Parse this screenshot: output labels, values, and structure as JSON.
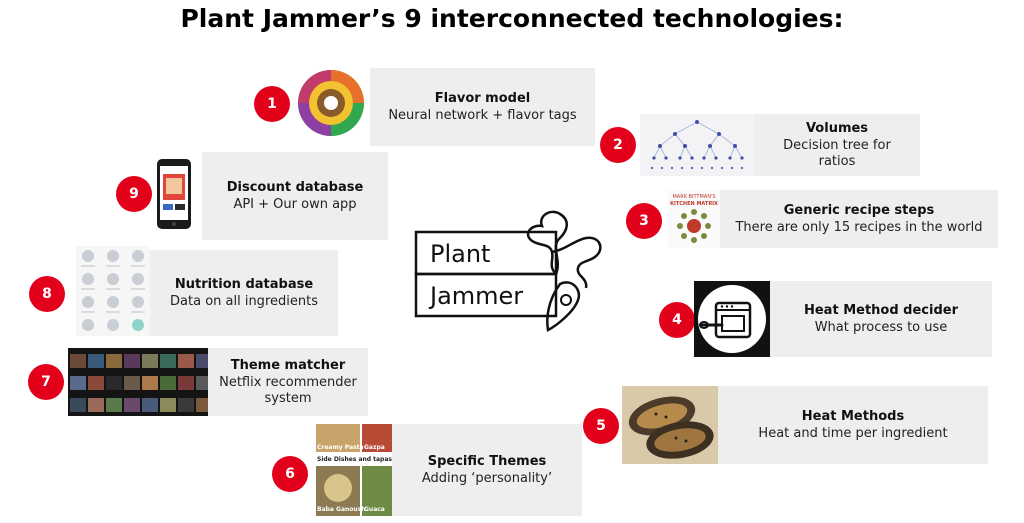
{
  "title": "Plant Jammer’s 9 interconnected technologies:",
  "logo": {
    "line1": "Plant",
    "line2": "Jammer"
  },
  "colors": {
    "badge": "#e3001b",
    "card": "#eeeeee"
  },
  "items": [
    {
      "num": "1",
      "title": "Flavor model",
      "subtitle": "Neural network + flavor tags"
    },
    {
      "num": "2",
      "title": "Volumes",
      "subtitle": "Decision tree for ratios"
    },
    {
      "num": "3",
      "title": "Generic recipe steps",
      "subtitle": "There are only 15 recipes in the world"
    },
    {
      "num": "4",
      "title": "Heat Method decider",
      "subtitle": "What process to use"
    },
    {
      "num": "5",
      "title": "Heat Methods",
      "subtitle": "Heat and time per ingredient"
    },
    {
      "num": "6",
      "title": "Specific Themes",
      "subtitle": "Adding ‘personality’"
    },
    {
      "num": "7",
      "title": "Theme matcher",
      "subtitle": "Netflix recommender system"
    },
    {
      "num": "8",
      "title": "Nutrition database",
      "subtitle": "Data on all ingredients"
    },
    {
      "num": "9",
      "title": "Discount database",
      "subtitle": "API + Our own app"
    }
  ],
  "images": {
    "book_line1": "MARK BITTMAN'S",
    "book_line2": "KITCHEN MATRIX",
    "themes_top1": "Creamy Pasta",
    "themes_top2": "Gazpa",
    "themes_heading": "Side Dishes and tapas",
    "themes_bottom1": "Baba Ganoush",
    "themes_bottom2": "Guaca"
  }
}
